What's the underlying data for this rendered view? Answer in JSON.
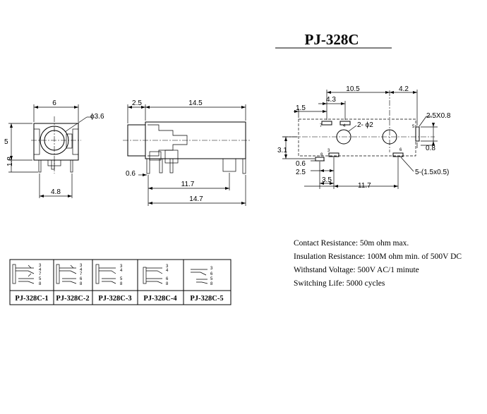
{
  "title": "PJ-328C",
  "front_view": {
    "dims": {
      "width": "6",
      "height": "5",
      "bottom": "1.8",
      "pin_span": "4.8",
      "hole": "ϕ3.6"
    }
  },
  "side_view": {
    "dims": {
      "nose": "2.5",
      "body": "14.5",
      "pin_offset": "0.6",
      "pin_span": "11.7",
      "total": "14.7"
    }
  },
  "pcb_layout": {
    "dims": {
      "top_span": "10.5",
      "right_offset": "4.2",
      "left_offset": "4.3",
      "left_margin": "1.5",
      "slot": "2.5X0.8",
      "hole": "2- ϕ2",
      "height": "3.1",
      "right_bottom": "0.8",
      "slot_small": "0.6",
      "bottom_left": "2.5",
      "bottom_mid": "3.5",
      "bottom_span": "11.7",
      "pad_note": "5-(1.5x0.5)"
    },
    "pin_numbers": [
      "7",
      "4",
      "5",
      "8",
      "3",
      "6"
    ]
  },
  "specs": [
    "Contact Resistance:     50m ohm max.",
    "Insulation Resistance: 100M ohm min. of 500V DC",
    "Withstand Voltage: 500V AC/1 minute",
    "Switching Life: 5000 cycles"
  ],
  "variants": [
    {
      "name": "PJ-328C-1",
      "pins": [
        "3",
        "4",
        "7",
        "5",
        "8"
      ]
    },
    {
      "name": "PJ-328C-2",
      "pins": [
        "3",
        "4",
        "7",
        "6",
        "8"
      ]
    },
    {
      "name": "PJ-328C-3",
      "pins": [
        "3",
        "4",
        "5",
        "8"
      ]
    },
    {
      "name": "PJ-328C-4",
      "pins": [
        "3",
        "4",
        "6",
        "8"
      ]
    },
    {
      "name": "PJ-328C-5",
      "pins": [
        "3",
        "6",
        "5",
        "8"
      ]
    }
  ]
}
